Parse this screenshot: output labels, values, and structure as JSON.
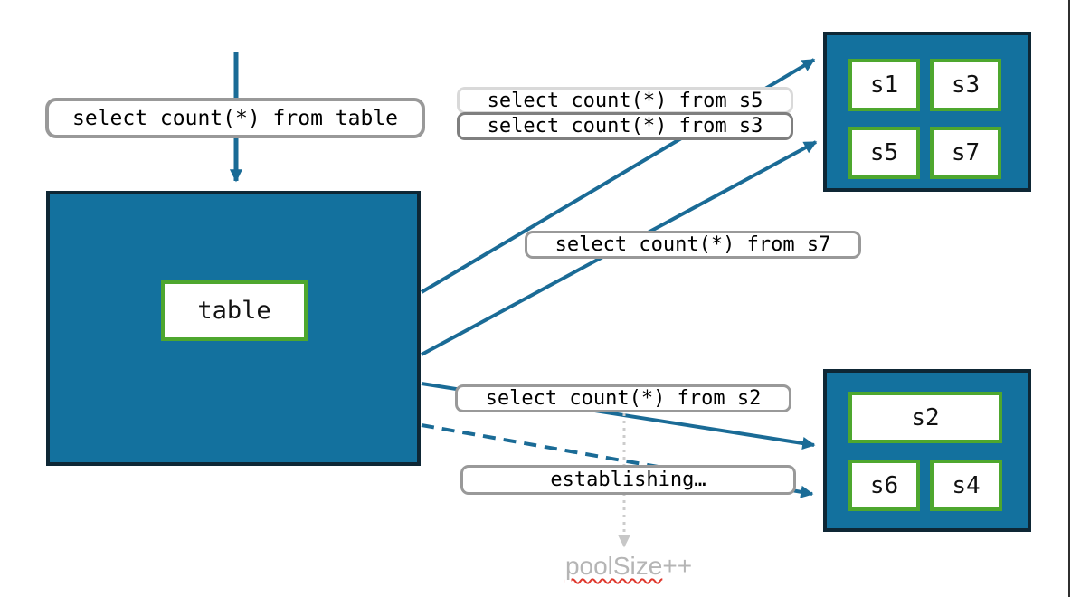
{
  "queries": {
    "from_table": "select count(*) from table",
    "from_s5": "select count(*) from s5",
    "from_s3": "select count(*) from s3",
    "from_s7": "select count(*) from s7",
    "from_s2": "select count(*) from s2",
    "establishing": "establishing…"
  },
  "main_table": {
    "label": "table"
  },
  "shard_groups": {
    "top": {
      "cells": [
        "s1",
        "s3",
        "s5",
        "s7"
      ]
    },
    "bottom": {
      "cells": [
        "s2",
        "s6",
        "s4"
      ]
    }
  },
  "annotations": {
    "pool_size_word": "poolSize",
    "pool_size_suffix": "++"
  },
  "colors": {
    "shard_fill": "#13719e",
    "shard_border": "#0e2735",
    "cell_border": "#4ea72e",
    "arrow_teal": "#1a6b96",
    "label_border": "#999999",
    "label_border_light": "#d9d9d9",
    "label_border_dark": "#7f7f7f",
    "muted_text": "#b5b5b5",
    "spellcheck_red": "#e0392e",
    "dotted_arrow_gray": "#cccccc"
  }
}
